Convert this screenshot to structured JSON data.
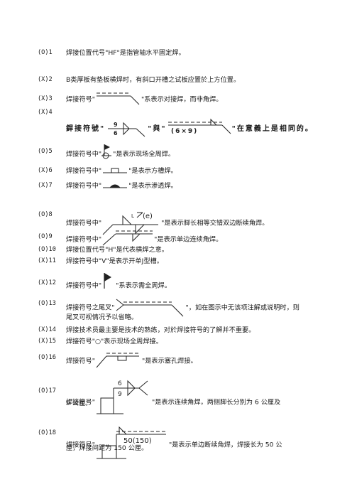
{
  "items": [
    {
      "num": "(O)1",
      "text": "焊接位置代号\"HF\"是指管轴水平固定焊。"
    },
    {
      "num": "(X)2",
      "text": "B类厚板有垫板横焊时，有斜口开槽之试板应置於上方位置。"
    },
    {
      "num": "(X)3",
      "pre": "焊接符号\"",
      "post": "\"系表示对接焊，而非角焊。"
    },
    {
      "num": "(X)4",
      "pre": "銲接符號\"",
      "mid": "\"與\"",
      "post": "\"在意義上是相同的。",
      "sym1_top": "9",
      "sym1_bot": "6",
      "sym2_label": "(6×9)"
    },
    {
      "num": "(O)5",
      "pre": "焊接符号中\"",
      "post": "\"是表示现场全周焊。"
    },
    {
      "num": "(X)6",
      "pre": "焊接符号中\"",
      "post": "\"是表示方槽焊。"
    },
    {
      "num": "(X)7",
      "pre": "焊接符号中\"",
      "post": "\"是表示渗透焊。"
    },
    {
      "num": "(O)8",
      "pre": "焊接符号中\"",
      "post": "\"是表示脚长相等交错双边断续角焊。",
      "sym_label": "(e)"
    },
    {
      "num": "(O)9",
      "pre": "焊接符号中\"",
      "post": "\"是表示单边连续角焊。"
    },
    {
      "num": "(O)10",
      "text": "焊接位置代号\"H\"是代表横焊之意。"
    },
    {
      "num": "(X)11",
      "text": "焊接符号中\"V\"是表示开单J型槽。"
    },
    {
      "num": "(X)12",
      "pre": "焊接符号中\"",
      "post": "\"系表示需全周焊。"
    },
    {
      "num": "(O)13",
      "pre": "焊接符号之尾叉\"",
      "post": "\"，如在图示中无该项注解或说明时，则",
      "line2": "尾叉可视情况予以省略。"
    },
    {
      "num": "(X)14",
      "text": "焊接技术员最主要是技术的熟练，对於焊接符号的了解并不重要。"
    },
    {
      "num": "(X)15",
      "text": "焊接符号\"○\"表示现场全周焊接。"
    },
    {
      "num": "(O)16",
      "pre": "焊接符号\"",
      "post": "\"是表示塞孔焊接。"
    },
    {
      "num": "(O)17",
      "pre": "焊接符号\"",
      "post": "\"是表示连续角焊，两侧脚长分别为 6 公厘及",
      "line2": "9 公厘。",
      "sym_top": "6",
      "sym_bot": "9"
    },
    {
      "num": "(O)18",
      "pre": "焊接符号\"",
      "post": "\"是表示单边断续角焊，焊接长为 50 公",
      "line2": "厘，焊接间距为 150 公厘。",
      "sym_label": "50(150)"
    }
  ]
}
